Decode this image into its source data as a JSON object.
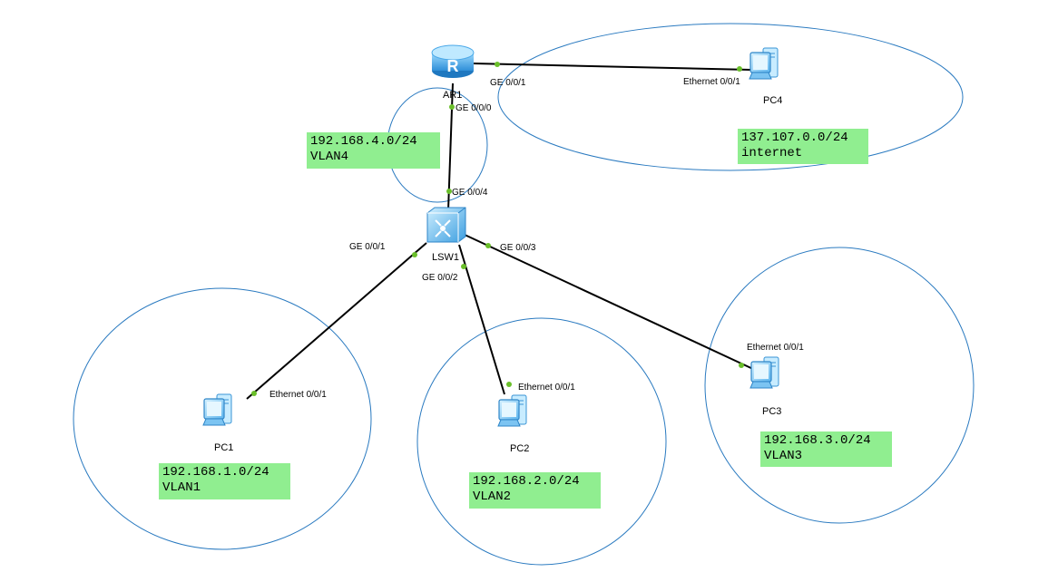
{
  "devices": {
    "router": {
      "name": "AR1",
      "glyph": "R"
    },
    "switch": {
      "name": "LSW1"
    },
    "pc1": {
      "name": "PC1"
    },
    "pc2": {
      "name": "PC2"
    },
    "pc3": {
      "name": "PC3"
    },
    "pc4": {
      "name": "PC4"
    }
  },
  "ports": {
    "ar1_ge000": "GE 0/0/0",
    "ar1_ge001": "GE 0/0/1",
    "lsw_ge004": "GE 0/0/4",
    "lsw_ge001": "GE 0/0/1",
    "lsw_ge002": "GE 0/0/2",
    "lsw_ge003": "GE 0/0/3",
    "pc1_eth": "Ethernet 0/0/1",
    "pc2_eth": "Ethernet 0/0/1",
    "pc3_eth": "Ethernet 0/0/1",
    "pc4_eth": "Ethernet 0/0/1"
  },
  "notes": {
    "vlan4": {
      "subnet": "192.168.4.0/24",
      "label": "VLAN4"
    },
    "internet": {
      "subnet": "137.107.0.0/24",
      "label": "internet"
    },
    "vlan1": {
      "subnet": "192.168.1.0/24",
      "label": "VLAN1"
    },
    "vlan2": {
      "subnet": "192.168.2.0/24",
      "label": "VLAN2"
    },
    "vlan3": {
      "subnet": "192.168.3.0/24",
      "label": "VLAN3"
    }
  },
  "colors": {
    "zone_outline": "#2a7ac0",
    "link": "#000000",
    "port_dot": "#6abf2a",
    "note_bg": "#90ee90",
    "device_blue": "#4aa8e8"
  }
}
